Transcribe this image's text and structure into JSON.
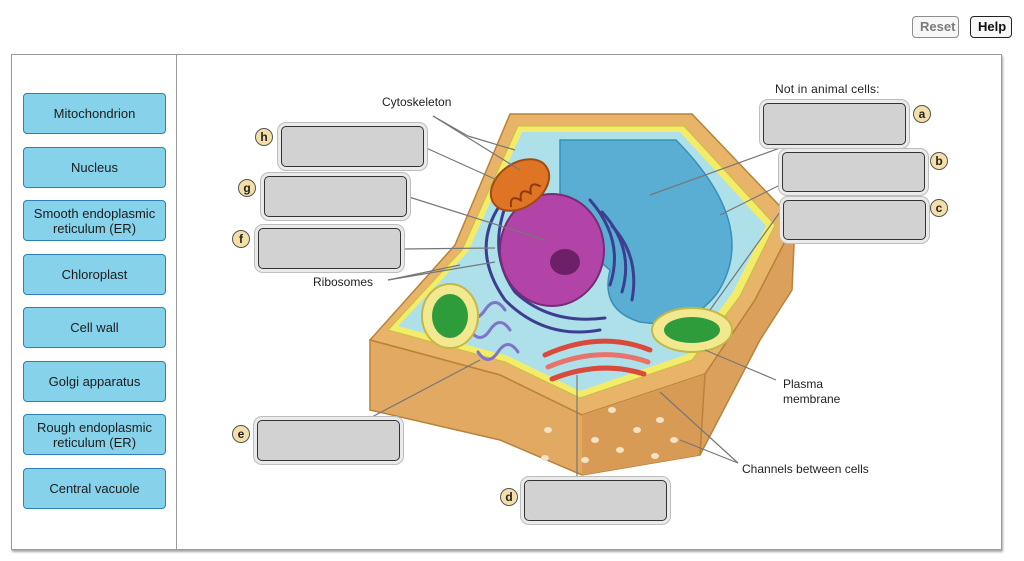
{
  "toolbar": {
    "reset_label": "Reset",
    "help_label": "Help"
  },
  "labels": [
    "Mitochondrion",
    "Nucleus",
    "Smooth endoplasmic reticulum (ER)",
    "Chloroplast",
    "Cell wall",
    "Golgi apparatus",
    "Rough endoplasmic reticulum (ER)",
    "Central vacuole"
  ],
  "targets": {
    "a": "a",
    "b": "b",
    "c": "c",
    "d": "d",
    "e": "e",
    "f": "f",
    "g": "g",
    "h": "h"
  },
  "annotations": {
    "cytoskeleton": "Cytoskeleton",
    "not_in_animal": "Not in animal cells:",
    "ribosomes": "Ribosomes",
    "plasma_membrane": "Plasma membrane",
    "channels": "Channels between cells"
  },
  "colors": {
    "chip_fill": "#86d2ea",
    "chip_border": "#2d7fb4",
    "drop_fill": "#d2d2d2",
    "badge_fill": "#f4dfa8",
    "cell_wall": "#e8b46a",
    "cytoplasm": "#aee0ea",
    "vacuole": "#5aaed3"
  }
}
